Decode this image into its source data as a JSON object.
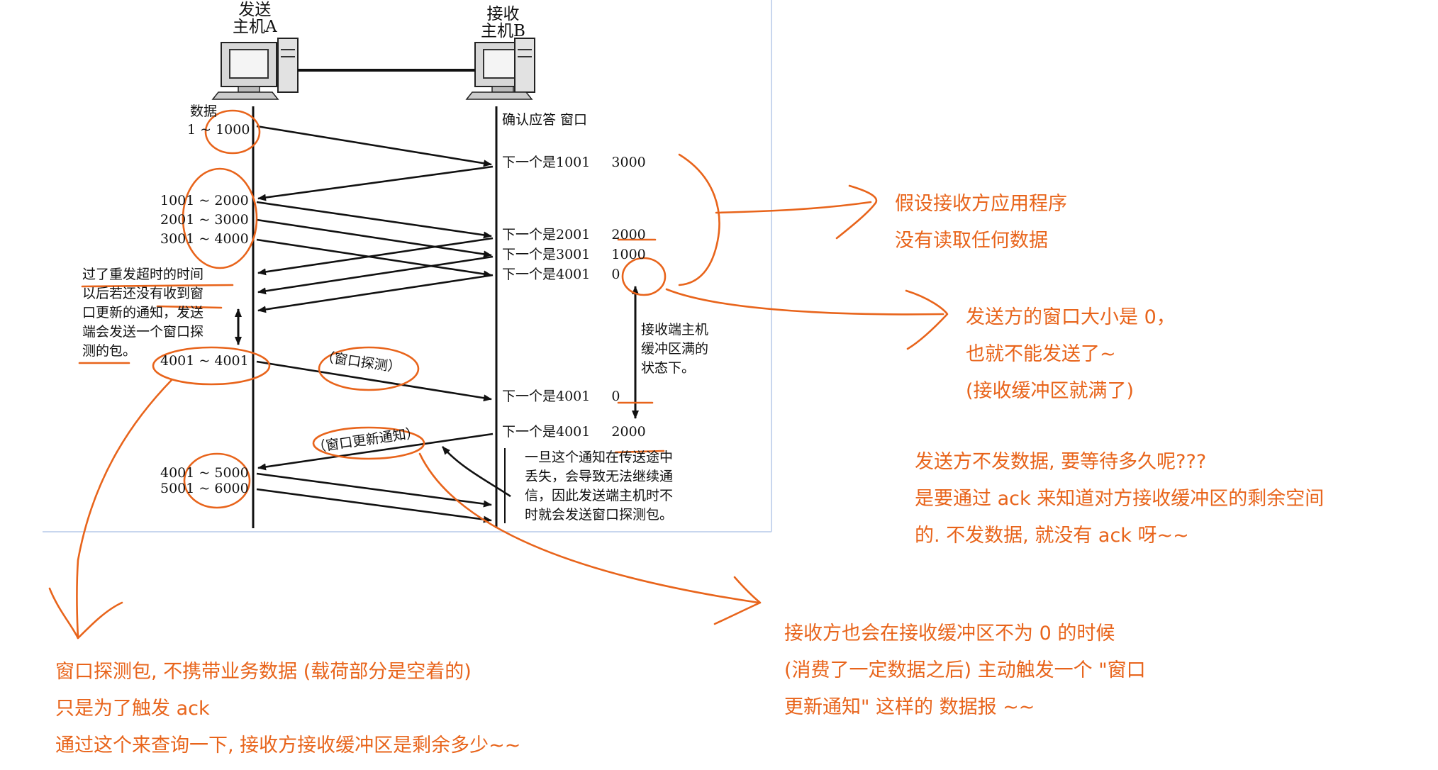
{
  "diagram": {
    "host_a": {
      "line1": "发送",
      "line2": "主机A"
    },
    "host_b": {
      "line1": "接收",
      "line2": "主机B"
    },
    "header_data": "数据",
    "header_ack_window": "确认应答 窗口",
    "send_labels": [
      "1 ~ 1000",
      "1001 ~ 2000",
      "2001 ~ 3000",
      "3001 ~ 4000",
      "4001 ~ 4001",
      "4001 ~ 5000",
      "5001 ~ 6000"
    ],
    "ack_labels": [
      {
        "text": "下一个是1001",
        "window": "3000"
      },
      {
        "text": "下一个是2001",
        "window": "2000"
      },
      {
        "text": "下一个是3001",
        "window": "1000"
      },
      {
        "text": "下一个是4001",
        "window": "0"
      },
      {
        "text": "下一个是4001",
        "window": "0"
      },
      {
        "text": "下一个是4001",
        "window": "2000"
      }
    ],
    "probe_label": "（窗口探测）",
    "update_label": "（窗口更新通知）",
    "buffer_full_note": [
      "接收端主机",
      "缓冲区满的",
      "状态下。"
    ],
    "timeout_note": [
      "过了重发超时的时间",
      "以后若还没有收到窗",
      "口更新的通知，发送",
      "端会发送一个窗口探",
      "测的包。"
    ],
    "loss_note": [
      "一旦这个通知在传送途中",
      "丢失，会导致无法继续通",
      "信，因此发送端主机时不",
      "时就会发送窗口探测包。"
    ]
  },
  "annotations": {
    "app_not_reading": [
      "假设接收方应用程序",
      "没有读取任何数据"
    ],
    "window_zero": [
      "发送方的窗口大小是 0，",
      "也就不能发送了~",
      "(接收缓冲区就满了)"
    ],
    "wait_question": [
      "发送方不发数据, 要等待多久呢???",
      "是要通过 ack 来知道对方接收缓冲区的剩余空间",
      "的. 不发数据, 就没有 ack 呀~~"
    ],
    "update_notice": [
      "接收方也会在接收缓冲区不为 0 的时候",
      "(消费了一定数据之后) 主动触发一个 \"窗口",
      "更新通知\" 这样的 数据报 ~~"
    ],
    "probe_packet": [
      "窗口探测包, 不携带业务数据 (载荷部分是空着的)",
      "只是为了触发 ack",
      "通过这个来查询一下, 接收方接收缓冲区是剩余多少~~"
    ]
  },
  "colors": {
    "annotation": "#E8641B",
    "ink": "#111111",
    "frame": "#9DB8E0"
  }
}
